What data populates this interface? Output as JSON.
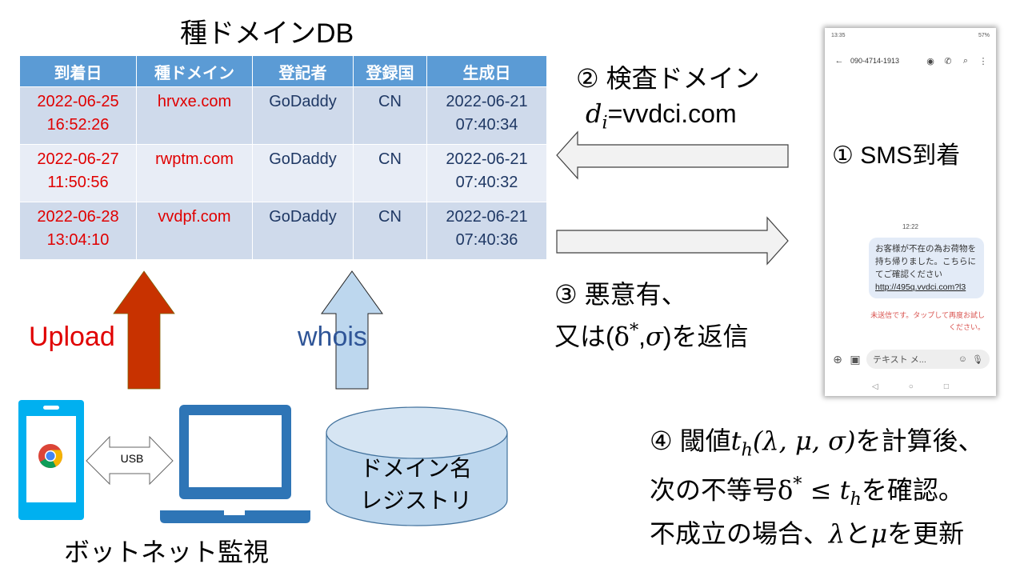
{
  "db": {
    "title": "種ドメインDB",
    "columns": [
      "到着日",
      "種ドメイン",
      "登記者",
      "登録国",
      "生成日"
    ],
    "rows": [
      {
        "arrival_date": "2022-06-25",
        "arrival_time": "16:52:26",
        "seed_domain": "hrvxe.com",
        "registrar": "GoDaddy",
        "country": "CN",
        "created_date": "2022-06-21",
        "created_time": "07:40:34"
      },
      {
        "arrival_date": "2022-06-27",
        "arrival_time": "11:50:56",
        "seed_domain": "rwptm.com",
        "registrar": "GoDaddy",
        "country": "CN",
        "created_date": "2022-06-21",
        "created_time": "07:40:32"
      },
      {
        "arrival_date": "2022-06-28",
        "arrival_time": "13:04:10",
        "seed_domain": "vvdpf.com",
        "registrar": "GoDaddy",
        "country": "CN",
        "created_date": "2022-06-21",
        "created_time": "07:40:36"
      }
    ]
  },
  "step2": {
    "label": "② 検査ドメイン",
    "var": "d",
    "var_sub": "i",
    "value": "=vvdci.com"
  },
  "step3": {
    "line1": "③ 悪意有、",
    "line2_prefix": "又は(",
    "delta": "δ",
    "star": "*",
    "comma": ",",
    "sigma": "σ",
    "line2_suffix": ")を返信"
  },
  "step1": {
    "label": "① SMS到着"
  },
  "step4": {
    "line1_prefix": "④ 閾値",
    "t": "t",
    "t_sub": "h",
    "params": "(λ, μ, σ)",
    "line1_suffix": "を計算後、",
    "line2_prefix": "次の不等号",
    "delta": "δ",
    "star": "*",
    "leq": " ≤ ",
    "line2_suffix": "を確認。",
    "line3_prefix": "不成立の場合、",
    "lambda": "λ",
    "and": "と",
    "mu": "μ",
    "line3_suffix": "を更新"
  },
  "upload_label": "Upload",
  "whois_label": "whois",
  "usb_label": "USB",
  "registry_label": [
    "ドメイン名",
    "レジストリ"
  ],
  "botnet_label": "ボットネット監視",
  "phone": {
    "status_time": "13:35",
    "status_right": "57%",
    "contact_number": "090-4714-1913",
    "message_time": "12:22",
    "message_text": "お客様が不在の為お荷物を持ち帰りました。こちらにてご確認ください ",
    "message_link": "http://495q.vvdci.com?l3",
    "error_text": "未送信です。タップして再度お試しください。",
    "input_placeholder": "テキスト メ..."
  },
  "colors": {
    "header_blue": "#5b9bd5",
    "row_odd": "#cfdaeb",
    "row_even": "#e8edf6",
    "red_text": "#e00000",
    "dark_text": "#1f3864",
    "upload_arrow": "#c83200",
    "whois_arrow": "#bdd7ee",
    "device_blue": "#2e75b6",
    "phone_cyan": "#00b0f0"
  }
}
